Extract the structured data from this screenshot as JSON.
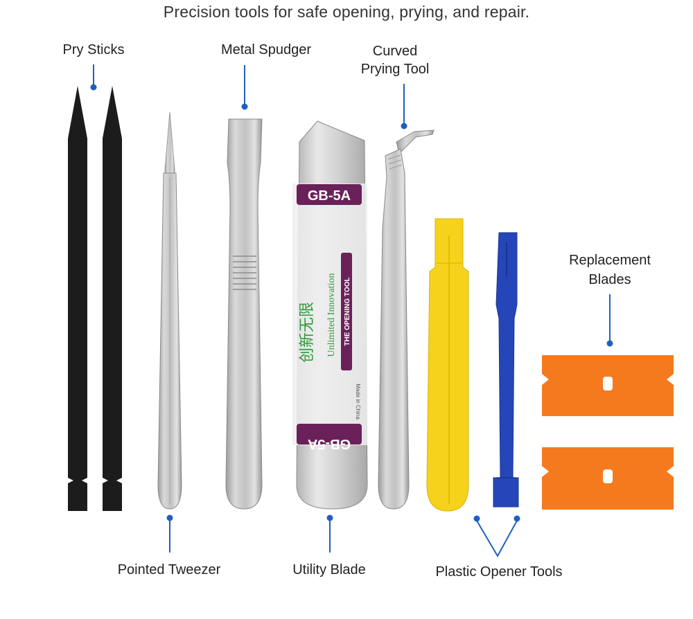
{
  "title": "Precision tools for safe opening, prying, and repair.",
  "labels": {
    "pry_sticks": "Pry Sticks",
    "metal_spudger": "Metal Spudger",
    "curved_prying_tool_line1": "Curved",
    "curved_prying_tool_line2": "Prying Tool",
    "replacement_blades_line1": "Replacement",
    "replacement_blades_line2": "Blades",
    "pointed_tweezer": "Pointed Tweezer",
    "utility_blade": "Utility Blade",
    "plastic_opener_tools": "Plastic Opener Tools"
  },
  "utility_blade_print": {
    "model_top": "GB-5A",
    "model_bottom": "GB-5A",
    "chinese": "创新无限",
    "english": "Unlimited Innovation",
    "subtitle": "THE OPENING TOOL",
    "origin": "Made in China"
  },
  "colors": {
    "pointer_line": "#1f5fbf",
    "pry_stick": "#1c1c1c",
    "steel": "#c8c8c8",
    "yellow_opener": "#f7d21c",
    "blue_opener": "#2446b8",
    "blade_orange": "#f57a1e",
    "label_purple": "#6a2159"
  }
}
